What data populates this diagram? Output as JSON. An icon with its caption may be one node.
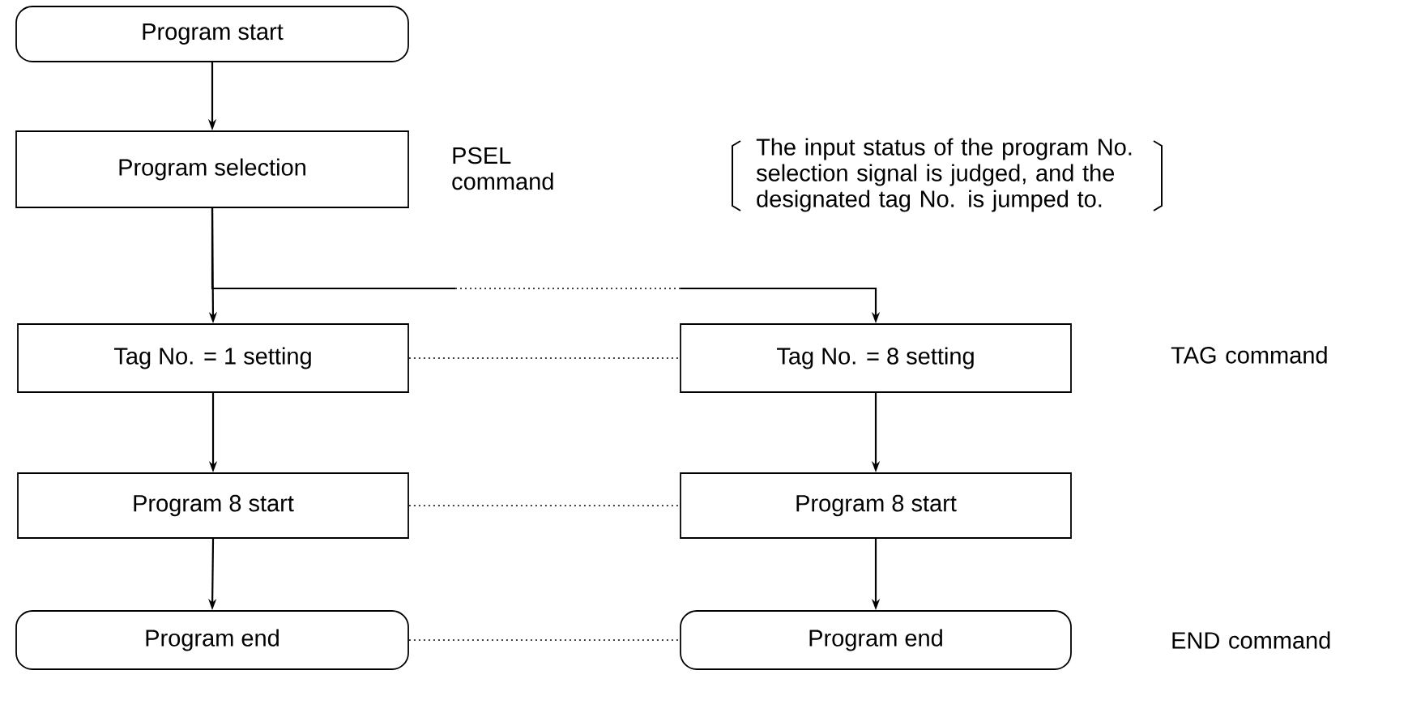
{
  "diagram": {
    "nodes": [
      {
        "text": [
          "Program start"
        ]
      },
      {
        "text": [
          "Program selection"
        ]
      },
      {
        "text": [
          "Tag No. = 1 setting"
        ]
      },
      {
        "text": [
          "Tag No. = 8 setting"
        ]
      },
      {
        "text": [
          "Program 8 start"
        ]
      },
      {
        "text": [
          "Program 8 start"
        ]
      },
      {
        "text": [
          "Program end"
        ]
      },
      {
        "text": [
          "Program end"
        ]
      }
    ],
    "edges": [
      {
        "from": 0,
        "to": 1,
        "arrow": "to"
      },
      {
        "from": 1,
        "to": 2,
        "arrow": "to"
      },
      {
        "from": 1,
        "to": 3,
        "arrow": "to"
      },
      {
        "from": 2,
        "to": 3,
        "arrow": "none",
        "style": "dashed"
      },
      {
        "from": 2,
        "to": 4,
        "arrow": "to"
      },
      {
        "from": 3,
        "to": 5,
        "arrow": "to"
      },
      {
        "from": 4,
        "to": 5,
        "arrow": "none",
        "style": "dashed"
      },
      {
        "from": 4,
        "to": 6,
        "arrow": "to"
      },
      {
        "from": 5,
        "to": 7,
        "arrow": "to"
      },
      {
        "from": 6,
        "to": 7,
        "arrow": "none",
        "style": "dashed"
      }
    ],
    "labels": [
      "PSEL command",
      "The input status of the program No. selection signal is judged, and the designated tag No. is jumped to.",
      "TAG command",
      "END command"
    ]
  }
}
